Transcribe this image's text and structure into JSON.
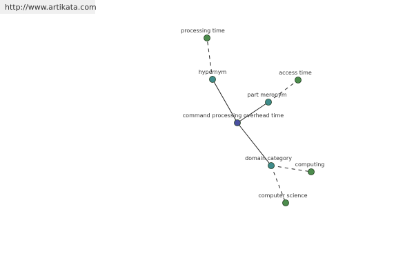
{
  "watermark": {
    "url": "http://www.artikata.com"
  },
  "colors": {
    "center_node": "#4a50a0",
    "relation_node": "#3f8c8c",
    "term_node": "#4c8c4c",
    "edge": "#222222",
    "label": "#333333"
  },
  "nodes": [
    {
      "id": "center",
      "label": "command processing overhead time",
      "kind": "center"
    },
    {
      "id": "hypernym",
      "label": "hypernym",
      "kind": "relation"
    },
    {
      "id": "processing-time",
      "label": "processing time",
      "kind": "term"
    },
    {
      "id": "part-meronym",
      "label": "part meronym",
      "kind": "relation"
    },
    {
      "id": "access-time",
      "label": "access time",
      "kind": "term"
    },
    {
      "id": "domain-category",
      "label": "domain category",
      "kind": "relation"
    },
    {
      "id": "computing",
      "label": "computing",
      "kind": "term"
    },
    {
      "id": "computer-science",
      "label": "computer science",
      "kind": "term"
    }
  ],
  "edges": [
    {
      "from": "center",
      "to": "hypernym",
      "style": "solid"
    },
    {
      "from": "hypernym",
      "to": "processing-time",
      "style": "dashed"
    },
    {
      "from": "center",
      "to": "part-meronym",
      "style": "solid"
    },
    {
      "from": "part-meronym",
      "to": "access-time",
      "style": "dashed"
    },
    {
      "from": "center",
      "to": "domain-category",
      "style": "solid"
    },
    {
      "from": "domain-category",
      "to": "computing",
      "style": "dashed"
    },
    {
      "from": "domain-category",
      "to": "computer-science",
      "style": "dashed"
    }
  ]
}
